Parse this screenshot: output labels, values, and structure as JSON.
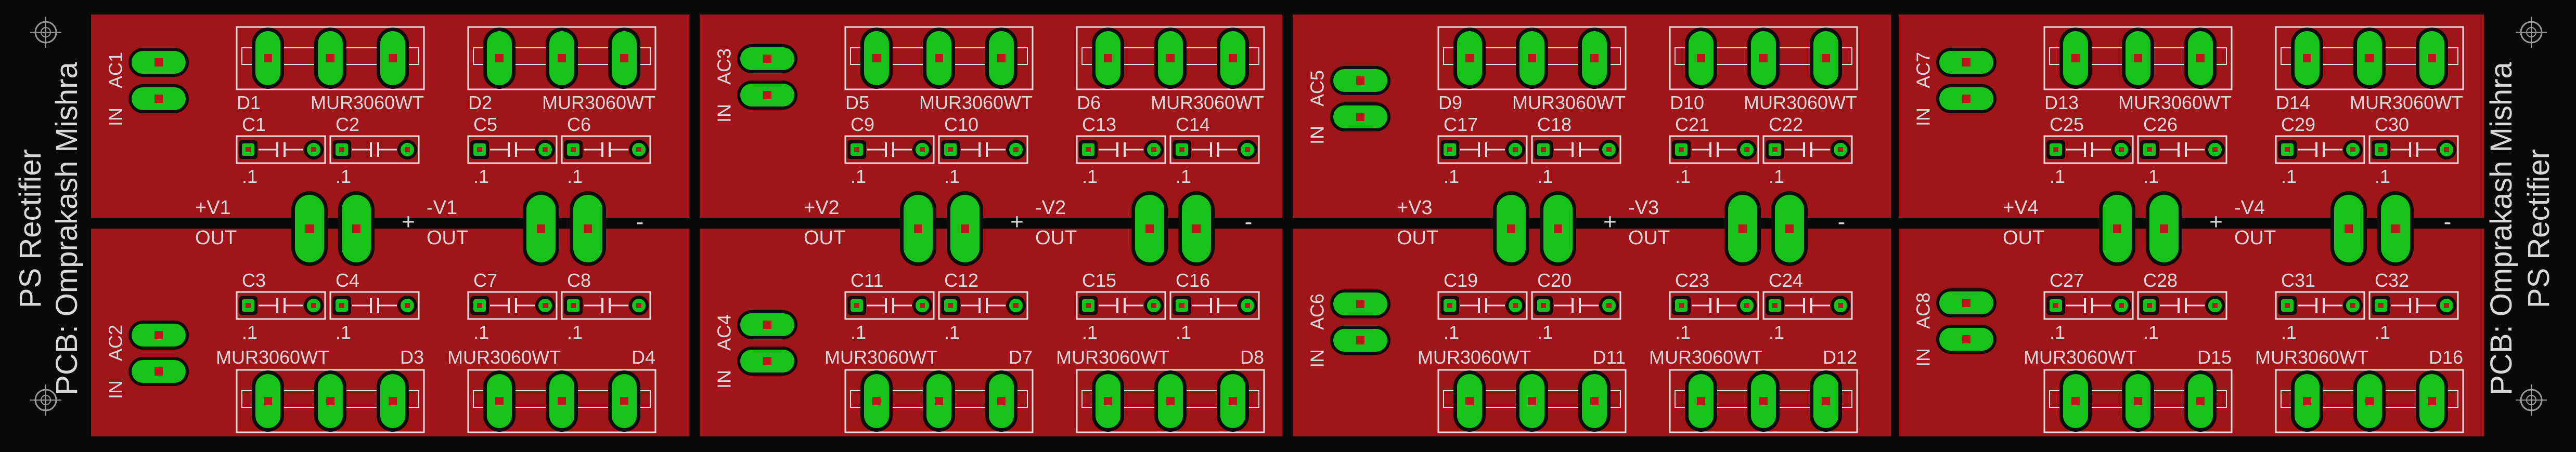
{
  "titles": {
    "left": [
      "PS Rectifier",
      "PCB: Omprakash Mishra"
    ],
    "right": [
      "PCB: Omprakash Mishra",
      "PS Rectifier"
    ]
  },
  "modules": [
    {
      "ac_top": "AC1",
      "ac_bottom": "AC2",
      "top": {
        "diodes": [
          "D1",
          "D2"
        ],
        "part": "MUR3060WT",
        "caps": [
          "C1",
          "C2",
          "C5",
          "C6"
        ],
        "rails": [
          "+V1",
          "-V1"
        ]
      },
      "bottom": {
        "diodes": [
          "D3",
          "D4"
        ],
        "part": "MUR3060WT",
        "caps": [
          "C3",
          "C4",
          "C7",
          "C8"
        ]
      }
    },
    {
      "ac_top": "AC3",
      "ac_bottom": "AC4",
      "top": {
        "diodes": [
          "D5",
          "D6"
        ],
        "part": "MUR3060WT",
        "caps": [
          "C9",
          "C10",
          "C13",
          "C14"
        ],
        "rails": [
          "+V2",
          "-V2"
        ]
      },
      "bottom": {
        "diodes": [
          "D7",
          "D8"
        ],
        "part": "MUR3060WT",
        "caps": [
          "C11",
          "C12",
          "C15",
          "C16"
        ]
      }
    },
    {
      "ac_top": "AC5",
      "ac_bottom": "AC6",
      "top": {
        "diodes": [
          "D9",
          "D10"
        ],
        "part": "MUR3060WT",
        "caps": [
          "C17",
          "C18",
          "C21",
          "C22"
        ],
        "rails": [
          "+V3",
          "-V3"
        ]
      },
      "bottom": {
        "diodes": [
          "D11",
          "D12"
        ],
        "part": "MUR3060WT",
        "caps": [
          "C19",
          "C20",
          "C23",
          "C24"
        ]
      }
    },
    {
      "ac_top": "AC7",
      "ac_bottom": "AC8",
      "top": {
        "diodes": [
          "D13",
          "D14"
        ],
        "part": "MUR3060WT",
        "caps": [
          "C25",
          "C26",
          "C29",
          "C30"
        ],
        "rails": [
          "+V4",
          "-V4"
        ]
      },
      "bottom": {
        "diodes": [
          "D15",
          "D16"
        ],
        "part": "MUR3060WT",
        "caps": [
          "C27",
          "C28",
          "C31",
          "C32"
        ]
      }
    }
  ],
  "labels": {
    "in": "IN",
    "out": "OUT",
    "plus": "+",
    "minus": "-",
    "cap_value": ".1"
  },
  "colors": {
    "board": "#0a0a0a",
    "copper": "#a0151a",
    "copper_edge": "#c21d22",
    "pad": "#17c21b",
    "pad_ring": "#0d0d0d",
    "drill": "#c0171c",
    "silk": "#d8d8d8",
    "outline": "#e0e0e0"
  }
}
